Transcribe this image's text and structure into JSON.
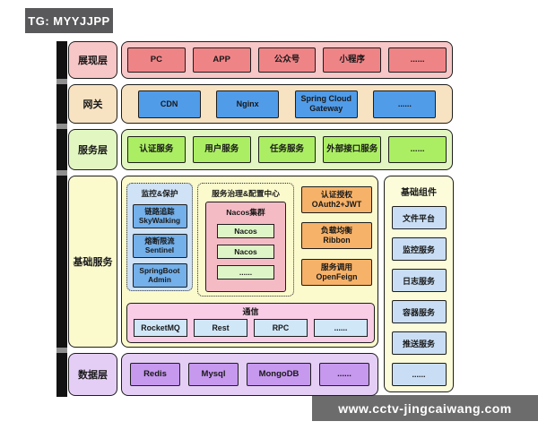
{
  "badges": {
    "top_left": "TG: MYYJJPP",
    "bottom_right": "www.cctv-jingcaiwang.com"
  },
  "layers": {
    "presentation": {
      "label": "展现层",
      "items": [
        "PC",
        "APP",
        "公众号",
        "小程序",
        "......"
      ]
    },
    "gateway": {
      "label": "网关",
      "items": [
        "CDN",
        "Nginx",
        "Spring Cloud\nGateway",
        "......"
      ]
    },
    "service": {
      "label": "服务层",
      "items": [
        "认证服务",
        "用户服务",
        "任务服务",
        "外部接口服务",
        "......"
      ]
    },
    "base_services": {
      "label": "基础服务",
      "monitoring": {
        "title": "监控&保护",
        "items": [
          "链路追踪\nSkyWalking",
          "熔断限流\nSentinel",
          "SpringBoot\nAdmin"
        ]
      },
      "governance": {
        "title": "服务治理&配置中心",
        "cluster_title": "Nacos集群",
        "items": [
          "Nacos",
          "Nacos",
          "......"
        ]
      },
      "middleware": [
        "认证授权\nOAuth2+JWT",
        "负载均衡\nRibbon",
        "服务调用\nOpenFeign"
      ],
      "communication": {
        "title": "通信",
        "items": [
          "RocketMQ",
          "Rest",
          "RPC",
          "......"
        ]
      }
    },
    "data_layer": {
      "label": "数据层",
      "items": [
        "Redis",
        "Mysql",
        "MongoDB",
        "......"
      ]
    },
    "components": {
      "title": "基础组件",
      "items": [
        "文件平台",
        "监控服务",
        "日志服务",
        "容器服务",
        "推送服务",
        "......"
      ]
    }
  },
  "colors": {
    "presentation_fill": "#f7c6c7",
    "presentation_cell": "#ef8487",
    "gateway_fill": "#f7e2c1",
    "gateway_cell": "#519ce9",
    "service_fill": "#e2f6c2",
    "service_cell": "#abee63",
    "base_fill": "#fbfacd",
    "monitoring_fill": "#cfe2f6",
    "monitoring_cell": "#74b0ea",
    "nacos_fill": "#f4bbc5",
    "nacos_cell": "#def6c7",
    "middleware_cell": "#f6b269",
    "communication_fill": "#f9cde6",
    "communication_cell": "#d0e7f8",
    "data_fill": "#e5cef6",
    "data_cell": "#c698ee",
    "components_fill": "#fcfcda",
    "components_cell": "#c9def4",
    "badge_bg": "#5d5d5f",
    "border": "#1d1d1d"
  }
}
